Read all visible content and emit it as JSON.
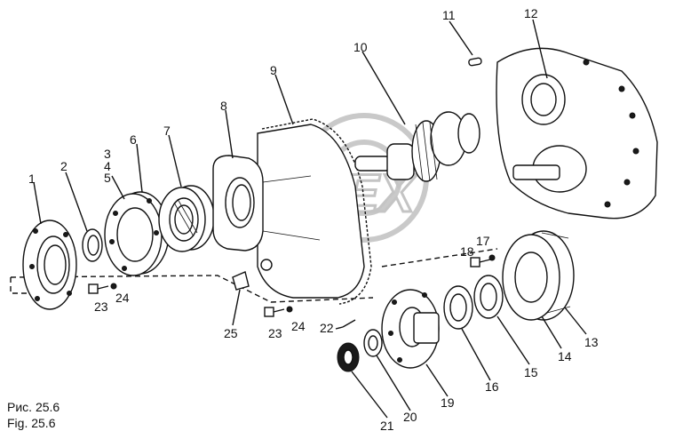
{
  "callouts": [
    "1",
    "2",
    "3",
    "4",
    "5",
    "6",
    "7",
    "8",
    "9",
    "10",
    "11",
    "12",
    "13",
    "14",
    "15",
    "16",
    "17",
    "18",
    "19",
    "20",
    "21",
    "22",
    "23",
    "24",
    "23",
    "24",
    "25"
  ],
  "caption_ru": "Рис. 25.6",
  "caption_en": "Fig. 25.6",
  "watermark": "DREX"
}
